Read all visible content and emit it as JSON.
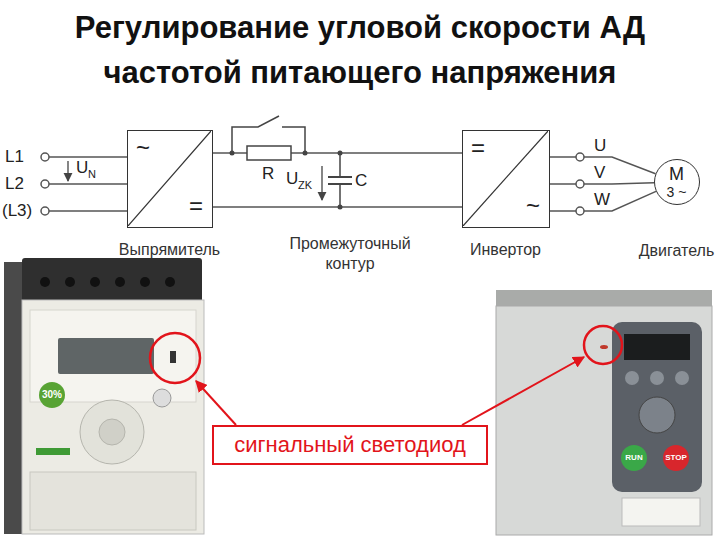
{
  "diagram": {
    "title": "Регулирование угловой скорости АД частотой питающего напряжения",
    "nodes": [
      {
        "text": [
          "~",
          "=",
          "Выпрямитель"
        ]
      },
      {
        "text": [
          "=",
          "~",
          "Инвертор"
        ]
      },
      {
        "text": [
          "M",
          "3 ~",
          "Двигатель"
        ]
      },
      {
        "text": [
          "сигнальный светодиод"
        ]
      }
    ],
    "edges": [
      {
        "from": 0,
        "to": 1,
        "arrow": "none"
      },
      {
        "from": 0,
        "to": 1,
        "arrow": "none"
      },
      {
        "from": 1,
        "to": 2,
        "label": "U",
        "arrow": "none"
      },
      {
        "from": 1,
        "to": 2,
        "label": "V",
        "arrow": "none"
      },
      {
        "from": 1,
        "to": 2,
        "label": "W",
        "arrow": "none"
      }
    ],
    "labels": [
      "L1",
      "L2",
      "(L3)",
      "U",
      "N",
      "R",
      "U",
      "ZK",
      "C",
      "Промежуточный контур",
      "30%",
      "RUN",
      "STOP"
    ]
  }
}
